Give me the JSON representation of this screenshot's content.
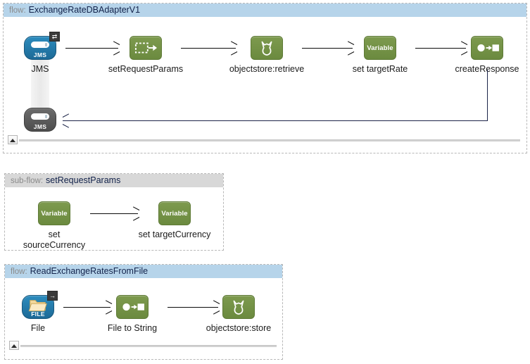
{
  "app": {
    "kind_flow": "flow:",
    "kind_subflow": "sub-flow:"
  },
  "flows": [
    {
      "id": "flow-exchange-rate",
      "kind": "flow:",
      "title": "ExchangeRateDBAdapterV1",
      "header_color": "#b6d4ea",
      "nodes": [
        {
          "name": "jms-source",
          "label": "JMS",
          "icon": "jms-icon",
          "icon_text": "JMS",
          "badge": "⇄"
        },
        {
          "name": "jms-response",
          "label": "",
          "icon": "jms-response-icon",
          "icon_text": "JMS",
          "badge": ""
        },
        {
          "name": "set-request-params",
          "label": "setRequestParams",
          "icon": "flow-ref-icon",
          "icon_text": "",
          "badge": ""
        },
        {
          "name": "objectstore-retrieve",
          "label": "objectstore:retrieve",
          "icon": "objectstore-icon",
          "icon_text": "",
          "badge": ""
        },
        {
          "name": "set-target-rate",
          "label": "set targetRate",
          "icon": "variable-icon",
          "icon_text": "Variable",
          "badge": ""
        },
        {
          "name": "create-response",
          "label": "createResponse",
          "icon": "transform-icon",
          "icon_text": "",
          "badge": ""
        }
      ]
    },
    {
      "id": "subflow-set-request-params",
      "kind": "sub-flow:",
      "title": "setRequestParams",
      "header_color": "#d8d8d8",
      "nodes": [
        {
          "name": "set-source-currency",
          "label": "set\nsourceCurrency",
          "icon": "variable-icon",
          "icon_text": "Variable",
          "badge": ""
        },
        {
          "name": "set-target-currency",
          "label": "set targetCurrency",
          "icon": "variable-icon",
          "icon_text": "Variable",
          "badge": ""
        }
      ]
    },
    {
      "id": "flow-read-exchange-rates",
      "kind": "flow:",
      "title": "ReadExchangeRatesFromFile",
      "header_color": "#b6d4ea",
      "nodes": [
        {
          "name": "file-source",
          "label": "File",
          "icon": "file-icon",
          "icon_text": "FILE",
          "badge": "→"
        },
        {
          "name": "file-to-string",
          "label": "File to String",
          "icon": "transform-icon",
          "icon_text": "",
          "badge": ""
        },
        {
          "name": "objectstore-store",
          "label": "objectstore:store",
          "icon": "objectstore-icon",
          "icon_text": "",
          "badge": ""
        }
      ]
    }
  ],
  "colors": {
    "flow_header_blue": "#b6d4ea",
    "subflow_header_gray": "#d8d8d8",
    "processor_green": "#6f8d42",
    "endpoint_blue": "#2378a8",
    "endpoint_gray": "#5a5a5a",
    "connector_black": "#0b0b0b",
    "connector_navy": "#1c2448",
    "title_navy": "#12224a",
    "kind_gray": "#8a8a8a"
  },
  "scrollbars": {
    "flow1_thumb": "resize-handle",
    "flow3_thumb": "resize-handle"
  }
}
